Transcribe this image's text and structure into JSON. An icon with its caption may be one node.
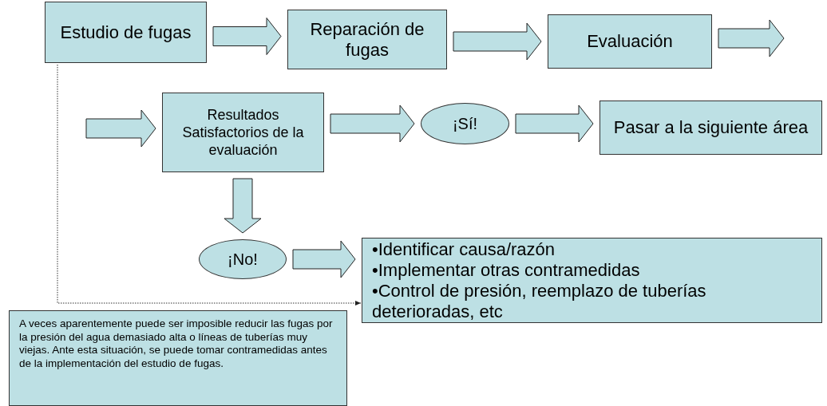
{
  "diagram": {
    "nodes": [
      {
        "text": [
          "Estudio de fugas"
        ]
      },
      {
        "text": [
          "Reparación de fugas"
        ]
      },
      {
        "text": [
          "Evaluación"
        ]
      },
      {
        "text": [
          "Resultados Satisfactorios de la evaluación"
        ]
      },
      {
        "text": [
          "¡Sí!"
        ]
      },
      {
        "text": [
          "Pasar a la siguiente área"
        ]
      },
      {
        "text": [
          "¡No!"
        ]
      },
      {
        "text": [
          "•Identificar causa/razón",
          "•Implementar otras contramedidas",
          "•Control de presión, reemplazo de tuberías deterioradas, etc"
        ]
      },
      {
        "text": [
          "A veces aparentemente puede ser imposible reducir las fugas por la presión del agua demasiado alta o líneas de tuberías muy viejas. Ante esta situación, se puede tomar contramedidas antes de la implementación del estudio de fugas."
        ]
      }
    ],
    "edges": [
      {
        "from": 0,
        "to": 1,
        "arrow": "to"
      },
      {
        "from": 1,
        "to": 2,
        "arrow": "to"
      },
      {
        "from": 2,
        "to": null,
        "arrow": "to"
      },
      {
        "from": null,
        "to": 3,
        "arrow": "to"
      },
      {
        "from": 3,
        "to": 4,
        "arrow": "to"
      },
      {
        "from": 4,
        "to": 5,
        "arrow": "to"
      },
      {
        "from": 3,
        "to": 6,
        "arrow": "to"
      },
      {
        "from": 6,
        "to": 7,
        "arrow": "to"
      },
      {
        "from": 0,
        "to": 7,
        "arrow": "to",
        "style": "dashed"
      }
    ]
  }
}
